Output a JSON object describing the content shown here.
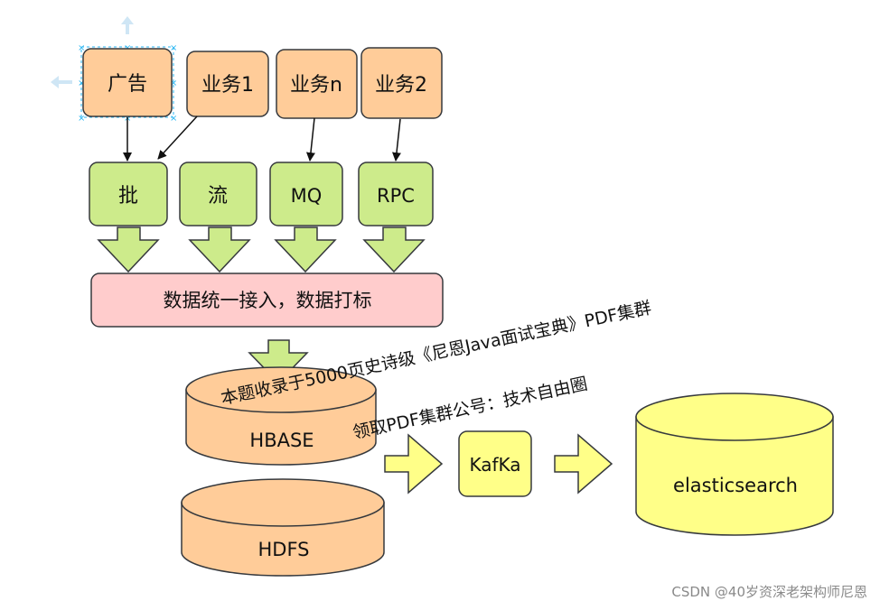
{
  "sources": {
    "ad": "广告",
    "biz1": "业务1",
    "bizn": "业务n",
    "biz2": "业务2"
  },
  "channels": {
    "batch": "批",
    "stream": "流",
    "mq": "MQ",
    "rpc": "RPC"
  },
  "ingest": "数据统一接入，数据打标",
  "stores": {
    "hbase": "HBASE",
    "hdfs": "HDFS",
    "kafka": "KafKa",
    "es": "elasticsearch"
  },
  "watermark": {
    "line1": "本题收录于5000页史诗级《尼恩Java面试宝典》PDF集群",
    "line2": "领取PDF集群公号：技术自由圈"
  },
  "credit": "CSDN @40岁资深老架构师尼恩",
  "colors": {
    "orange_fill": "#ffcc99",
    "green_fill": "#cdeb8b",
    "pink_fill": "#ffcccc",
    "yellow_fill": "#ffff88",
    "stroke": "#36393d",
    "arrow_fill": "#cdeb8b",
    "arrow_yellow": "#ffff88",
    "selection": "#29b6f2"
  }
}
